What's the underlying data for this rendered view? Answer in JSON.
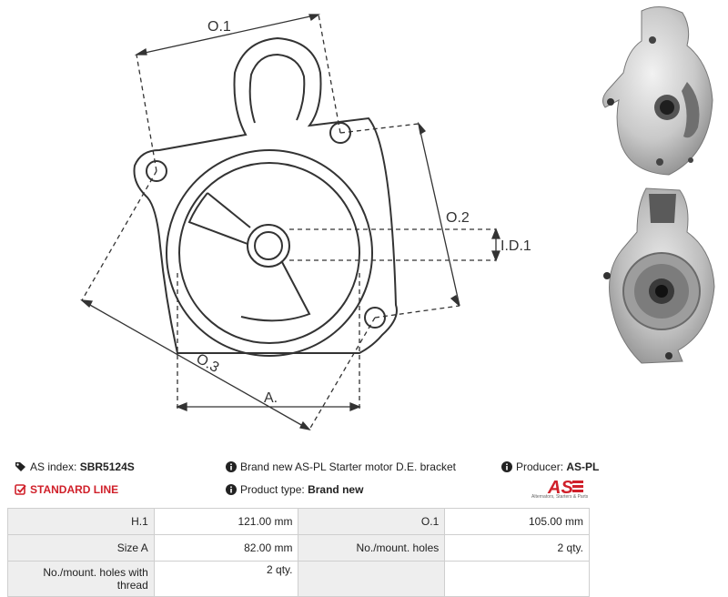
{
  "drawing": {
    "labels": {
      "o1": "O.1",
      "o2": "O.2",
      "o3": "O.3",
      "id1": "I.D.1",
      "a": "A."
    }
  },
  "info": {
    "as_index_label": "AS index:",
    "as_index_value": "SBR5124S",
    "description": "Brand new AS-PL Starter motor D.E. bracket",
    "producer_label": "Producer:",
    "producer_value": "AS-PL",
    "standard_line": "STANDARD LINE",
    "product_type_label": "Product type:",
    "product_type_value": "Brand new"
  },
  "logo": {
    "text": "AS",
    "subtitle": "Alternators, Starters & Parts",
    "color": "#d0202a"
  },
  "specs": {
    "rows": [
      {
        "l1": "H.1",
        "v1": "121.00 mm",
        "l2": "O.1",
        "v2": "105.00 mm"
      },
      {
        "l1": "Size A",
        "v1": "82.00 mm",
        "l2": "No./mount. holes",
        "v2": "2 qty."
      },
      {
        "l1": "No./mount. holes with thread",
        "v1": "2 qty.",
        "l2": "",
        "v2": ""
      }
    ]
  }
}
